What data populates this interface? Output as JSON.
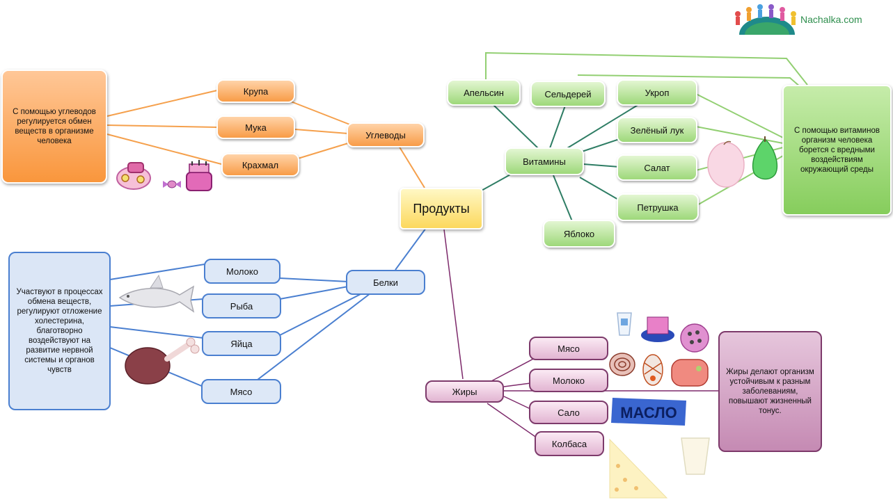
{
  "logo": {
    "text": "Nachalka.com"
  },
  "center": {
    "label": "Продукты"
  },
  "carbs": {
    "hub": "Углеводы",
    "items": [
      "Крупа",
      "Мука",
      "Крахмал"
    ],
    "description": "С помощью углеводов регулируется обмен веществ в организме человека"
  },
  "vitamins": {
    "hub": "Витамины",
    "items": [
      "Апельсин",
      "Сельдерей",
      "Укроп",
      "Зелёный  лук",
      "Салат",
      "Петрушка",
      "Яблоко"
    ],
    "description": "С помощью витаминов организм человека борется с вредными воздействиям окружающий среды"
  },
  "proteins": {
    "hub": "Белки",
    "items": [
      "Молоко",
      "Рыба",
      "Яйца",
      "Мясо"
    ],
    "description": "Участвуют в процессах обмена веществ, регулируют отложение холестерина, благотворно воздействуют на развитие нервной системы и органов чувств"
  },
  "fats": {
    "hub": "Жиры",
    "items": [
      "Мясо",
      "Молоко",
      "Сало",
      "Колбаса"
    ],
    "description": "Жиры делают организм устойчивым к разным заболеваниям, повышают жизненный тонус.",
    "butter_label": "МАСЛО"
  },
  "colors": {
    "carbs_line": "#f5a04c",
    "vitamins_line": "#2e7d64",
    "vitamins_desc_line": "#92cf72",
    "proteins_line": "#4a7fd0",
    "fats_line": "#7d2a6b"
  }
}
